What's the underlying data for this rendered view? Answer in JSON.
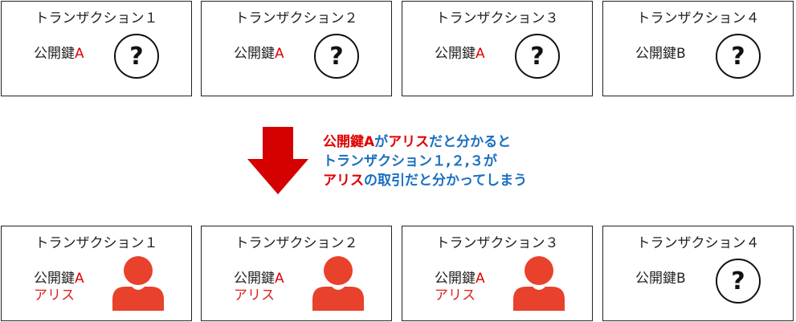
{
  "colors": {
    "key_letter": "#e00000",
    "owner": "#e02020",
    "person": "#e8412c",
    "arrow": "#d50000",
    "message_blue": "#1a6fc0",
    "message_red": "#e00000"
  },
  "top_row": [
    {
      "title": "トランザクション１",
      "key_prefix": "公開鍵",
      "key_letter": "A",
      "icon": "question-circle-icon",
      "question": "?"
    },
    {
      "title": "トランザクション２",
      "key_prefix": "公開鍵",
      "key_letter": "A",
      "icon": "question-circle-icon",
      "question": "?"
    },
    {
      "title": "トランザクション３",
      "key_prefix": "公開鍵",
      "key_letter": "A",
      "icon": "question-circle-icon",
      "question": "?"
    },
    {
      "title": "トランザクション４",
      "key_prefix": "公開鍵",
      "key_letter": "B",
      "icon": "question-circle-icon",
      "question": "?"
    }
  ],
  "message": {
    "line1": {
      "p1": "公開鍵A",
      "p2": "が",
      "p3": "アリス",
      "p4": "だと分かると"
    },
    "line2": "トランザクション１,２,３が",
    "line3": {
      "p1": "アリス",
      "p2": "の取引だと分かってしまう"
    }
  },
  "bottom_row": [
    {
      "title": "トランザクション１",
      "key_prefix": "公開鍵",
      "key_letter": "A",
      "owner": "アリス",
      "icon": "person-icon"
    },
    {
      "title": "トランザクション２",
      "key_prefix": "公開鍵",
      "key_letter": "A",
      "owner": "アリス",
      "icon": "person-icon"
    },
    {
      "title": "トランザクション３",
      "key_prefix": "公開鍵",
      "key_letter": "A",
      "owner": "アリス",
      "icon": "person-icon"
    },
    {
      "title": "トランザクション４",
      "key_prefix": "公開鍵",
      "key_letter": "B",
      "icon": "question-circle-icon",
      "question": "?"
    }
  ]
}
